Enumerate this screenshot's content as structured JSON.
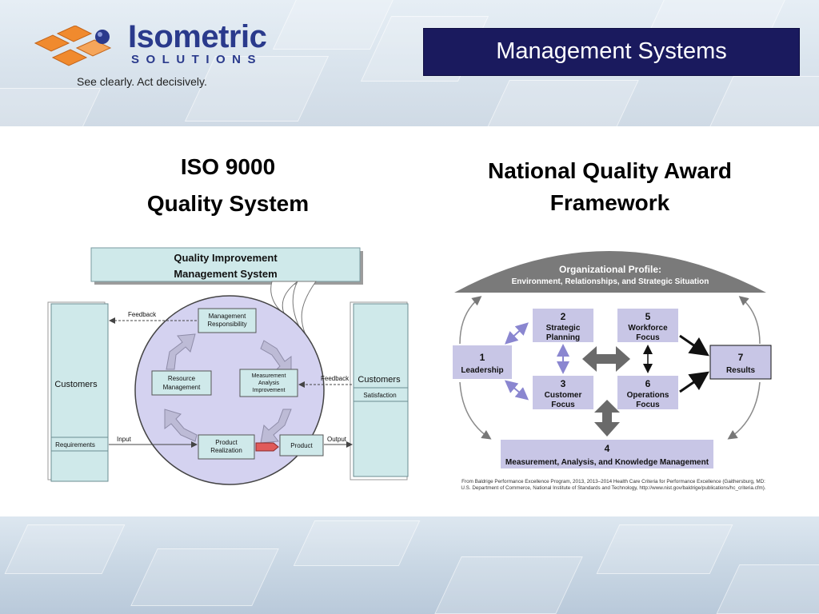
{
  "logo": {
    "name": "Isometric",
    "sub": "SOLUTIONS",
    "tagline": "See clearly. Act decisively."
  },
  "header": {
    "title": "Management Systems"
  },
  "left": {
    "heading_line1": "ISO 9000",
    "heading_line2": "Quality System",
    "qims_line1": "Quality Improvement",
    "qims_line2": "Management System",
    "feedback_top": "Feedback",
    "feedback_right": "Feedback",
    "input": "Input",
    "output": "Output",
    "customers_left": "Customers",
    "requirements": "Requirements",
    "customers_right": "Customers",
    "satisfaction": "Satisfaction",
    "mgmt_line1": "Management",
    "mgmt_line2": "Responsibility",
    "resource_line1": "Resource",
    "resource_line2": "Management",
    "meas_line1": "Measurement",
    "meas_line2": "Analysis",
    "meas_line3": "Improvement",
    "pr_line1": "Product",
    "pr_line2": "Realization",
    "product": "Product"
  },
  "right": {
    "heading_line1": "National Quality Award",
    "heading_line2": "Framework",
    "profile_title": "Organizational Profile:",
    "profile_sub": "Environment, Relationships, and Strategic Situation",
    "b1_num": "1",
    "b1_label": "Leadership",
    "b2_num": "2",
    "b2_line1": "Strategic",
    "b2_line2": "Planning",
    "b3_num": "3",
    "b3_line1": "Customer",
    "b3_line2": "Focus",
    "b4_num": "4",
    "b4_label": "Measurement, Analysis, and Knowledge Management",
    "b5_num": "5",
    "b5_line1": "Workforce",
    "b5_line2": "Focus",
    "b6_num": "6",
    "b6_line1": "Operations",
    "b6_line2": "Focus",
    "b7_num": "7",
    "b7_label": "Results",
    "source_line1": "From Baldrige Performance Excellence Program, 2013, 2013–2014 Health Care Criteria for Performance Excellence (Gaithersburg, MD:",
    "source_line2": "U.S. Department of Commerce, National Institute of Standards and Technology, http://www.nist.gov/baldrige/publications/hc_criteria.cfm)."
  },
  "colors": {
    "navy": "#1a1a5e",
    "brand": "#2a3a8c",
    "orange": "#f08a2e",
    "panel": "#cfe9ea",
    "lavender": "#cdc9ec",
    "baldrige_box": "#c8c6e6"
  }
}
